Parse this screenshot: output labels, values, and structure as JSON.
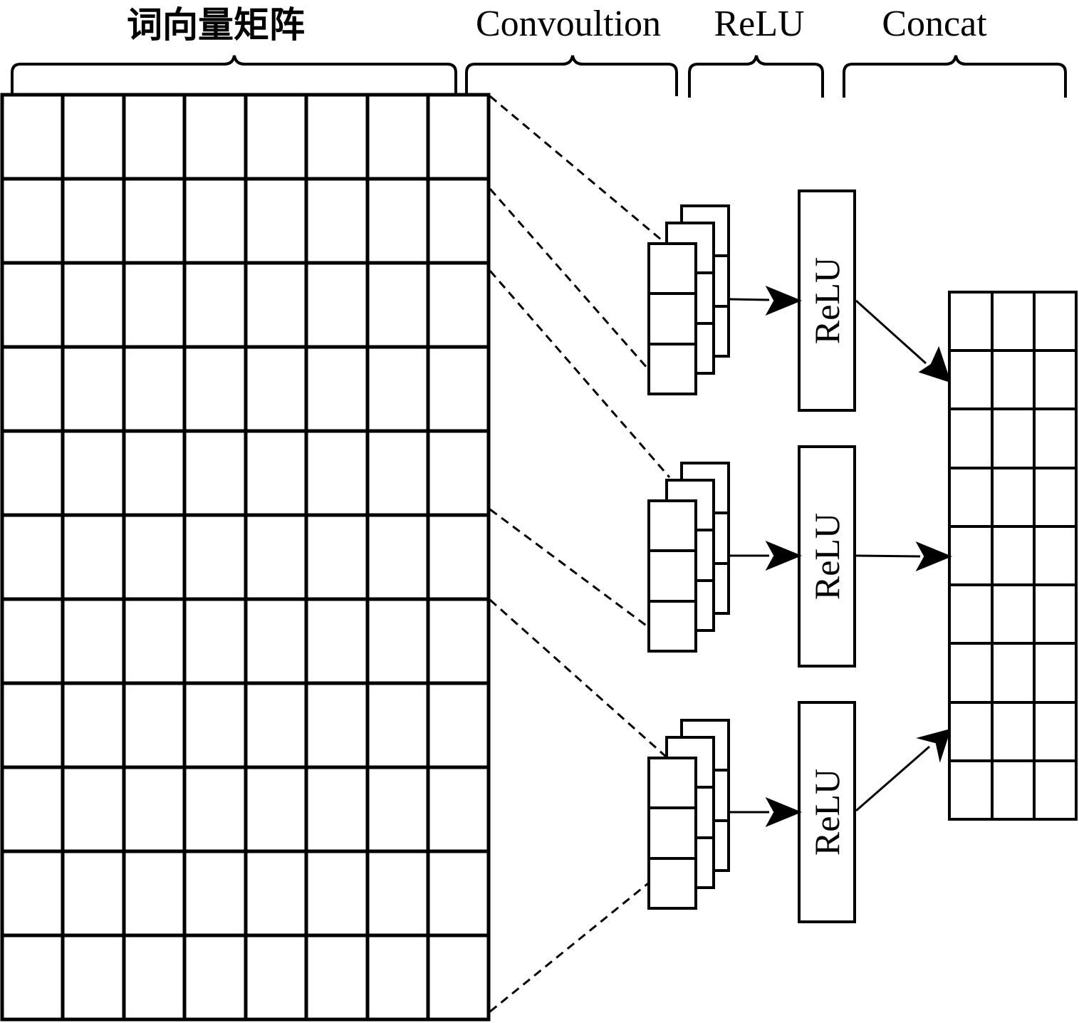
{
  "headers": {
    "matrix": "词向量矩阵",
    "convolution": "Convoultion",
    "relu": "ReLU",
    "concat": "Concat"
  },
  "relu_boxes": [
    {
      "label": "ReLU"
    },
    {
      "label": "ReLU"
    },
    {
      "label": "ReLU"
    }
  ],
  "matrix": {
    "rows": 11,
    "cols": 8
  },
  "filters": {
    "count": 3,
    "cells_per_filter": 3,
    "stack_depth": 3
  },
  "concat": {
    "rows": 9,
    "cols": 3
  },
  "colors": {
    "stroke": "#000000",
    "background": "#ffffff"
  }
}
